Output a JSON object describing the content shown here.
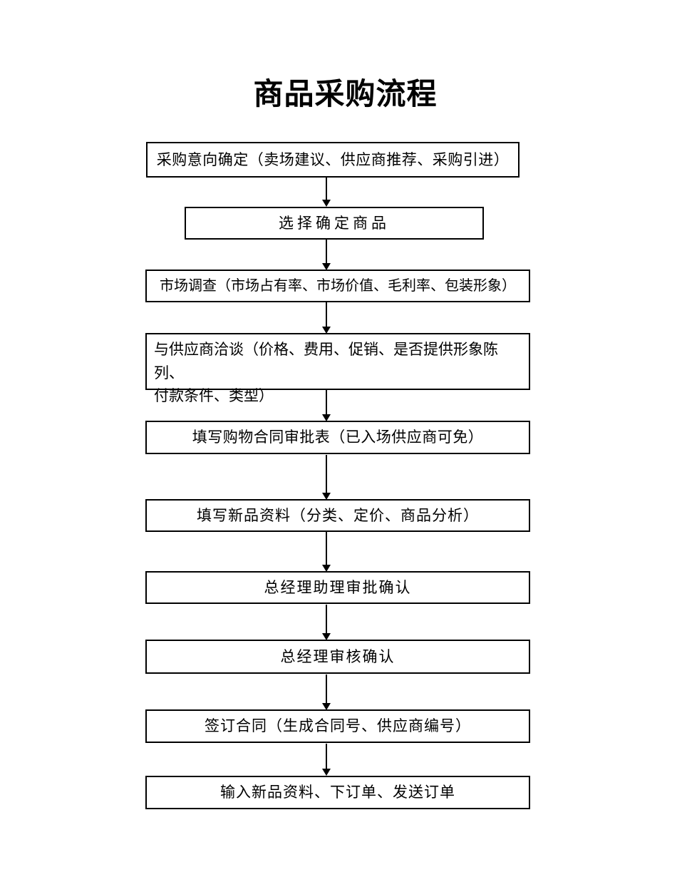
{
  "page": {
    "title": "商品采购流程",
    "background_color": "#ffffff",
    "line_color": "#000000"
  },
  "flowchart": {
    "direction": "top-down",
    "steps": [
      {
        "label": "采购意向确定（卖场建议、供应商推荐、采购引进）"
      },
      {
        "label": "选择确定商品"
      },
      {
        "label": "市场调查（市场占有率、市场价值、毛利率、包装形象）"
      },
      {
        "label": "与供应商洽谈（价格、费用、促销、是否提供形象陈列、\n付款条件、类型）"
      },
      {
        "label": "填写购物合同审批表（已入场供应商可免）"
      },
      {
        "label": "填写新品资料（分类、定价、商品分析）"
      },
      {
        "label": "总经理助理审批确认"
      },
      {
        "label": "总经理审核确认"
      },
      {
        "label": "签订合同（生成合同号、供应商编号）"
      },
      {
        "label": "输入新品资料、下订单、发送订单"
      }
    ]
  }
}
